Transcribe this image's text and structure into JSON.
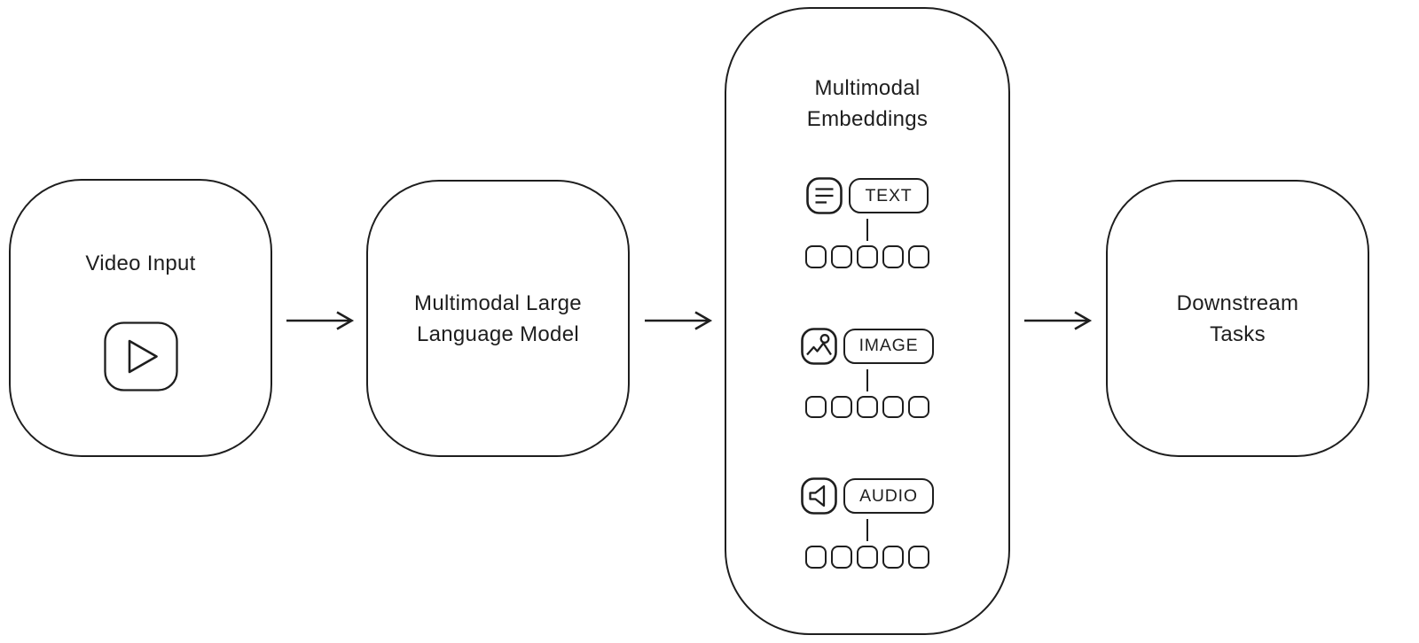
{
  "theme": {
    "ink_color": "#1e1e1e",
    "background_color": "#ffffff"
  },
  "nodes": {
    "video_input": {
      "label": "Video Input",
      "icon": "play-icon"
    },
    "mllm": {
      "label_lines": [
        "Multimodal Large",
        "Language Model"
      ]
    },
    "embeddings": {
      "title_lines": [
        "Multimodal",
        "Embeddings"
      ],
      "modalities": [
        {
          "label": "TEXT",
          "icon": "text-lines-icon",
          "token_count": 5
        },
        {
          "label": "IMAGE",
          "icon": "image-icon",
          "token_count": 5
        },
        {
          "label": "AUDIO",
          "icon": "speaker-icon",
          "token_count": 5
        }
      ]
    },
    "downstream": {
      "label_lines": [
        "Downstream",
        "Tasks"
      ]
    }
  },
  "flow_order": [
    "Video Input",
    "Multimodal Large Language Model",
    "Multimodal Embeddings",
    "Downstream Tasks"
  ],
  "arrow_count": 3
}
